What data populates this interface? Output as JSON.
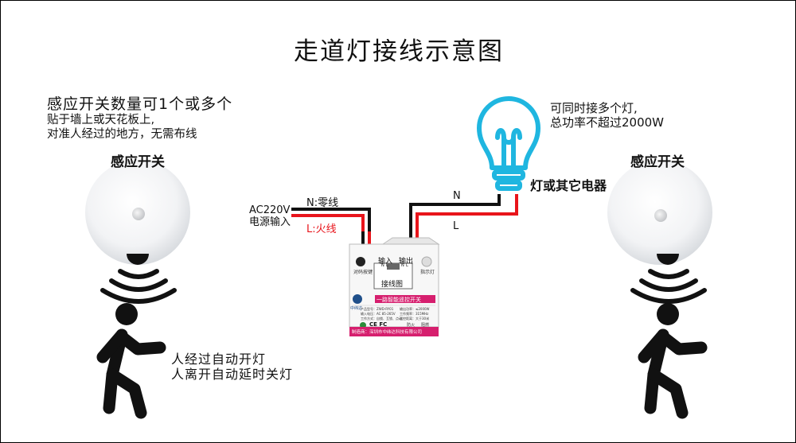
{
  "title": "走道灯接线示意图",
  "left_note": {
    "line1": "感应开关数量可1个或多个",
    "line2": "贴于墙上或天花板上,",
    "line3": "对准人经过的地方，无需布线"
  },
  "sensor_left_label": "感应开关",
  "sensor_right_label": "感应开关",
  "walk_note": {
    "line1": "人经过自动开灯",
    "line2": "人离开自动延时关灯"
  },
  "lamp_note": {
    "line1": "可同时接多个灯,",
    "line2": "总功率不超过2000W"
  },
  "lamp_label": "灯或其它电器",
  "input": {
    "line1": "AC220V",
    "line2": "电源输入",
    "n_label": "N:零线",
    "l_label": "L:火线"
  },
  "output": {
    "n_label": "N",
    "l_label": "L"
  },
  "module": {
    "pair_button": "对码按键",
    "indicator": "指示灯",
    "in_label": "输入",
    "out_label": "输出",
    "wiring_label": "接线图",
    "brand": "中纬达",
    "product_name": "一路智能遥控开关",
    "maker": "制造商：深圳市中纬达科技有限公司",
    "spec_left_1": "产品型号：ZWD-RY01",
    "spec_left_2": "输入电压：AC 85-265V",
    "spec_left_3": "工作方式：自锁、互锁、点动",
    "spec_right_1": "输出功率：≤2000W",
    "spec_right_2": "工作频率：315MHz",
    "spec_right_3": "遥控距离：大于30米",
    "cert": "CE  FC",
    "mark_1": "防火",
    "mark_2": "阻燃",
    "terminal_n_in": "N",
    "terminal_l_in": "L",
    "terminal_n_out": "N",
    "terminal_l_out": "L"
  },
  "colors": {
    "neutral_wire": "#111111",
    "live_wire": "#e8141b",
    "live_label": "#e8141b",
    "bulb": "#1fb6e0",
    "module_accent": "#d61f6e"
  },
  "icons": [
    "sensor-disc-icon",
    "motion-wave-icon",
    "walking-person-icon",
    "light-bulb-icon"
  ]
}
